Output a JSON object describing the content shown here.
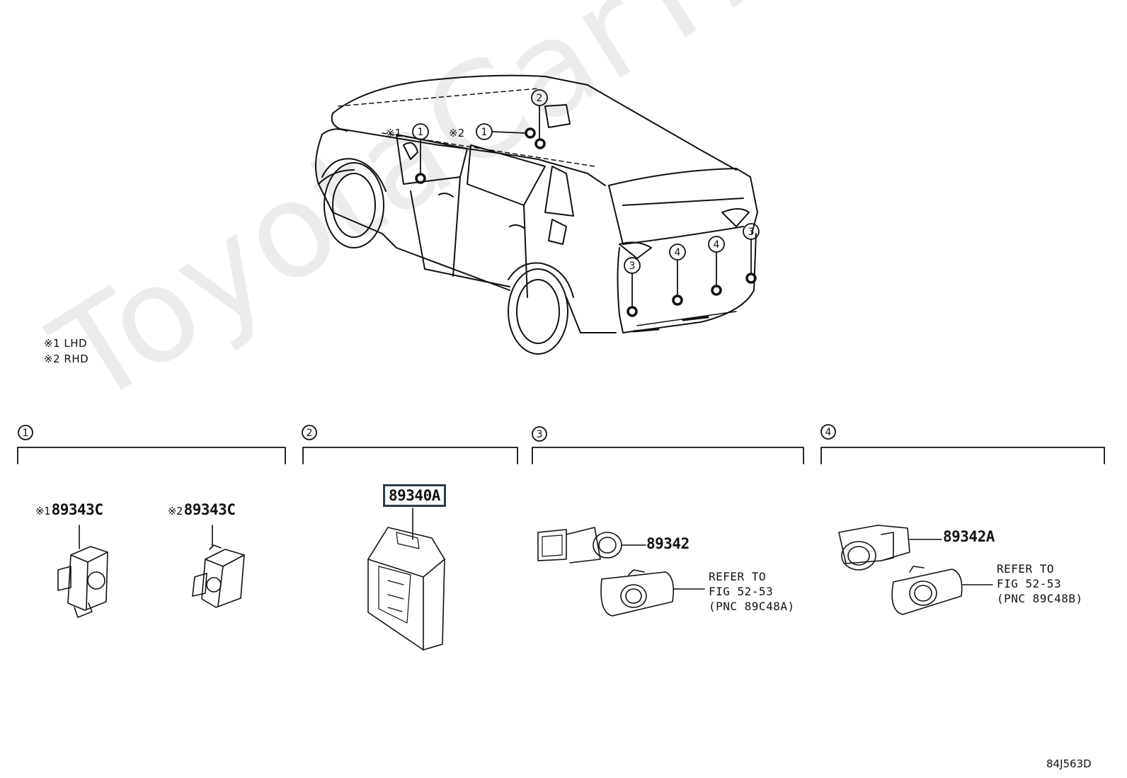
{
  "watermark": "ToyotaCarTime.ru",
  "legend": [
    {
      "mark": "※1",
      "text": "LHD"
    },
    {
      "mark": "※2",
      "text": "RHD"
    }
  ],
  "callouts_on_vehicle": {
    "labels": [
      "※1",
      "※2"
    ],
    "numbers": [
      "1",
      "1",
      "2",
      "3",
      "3",
      "4",
      "4"
    ]
  },
  "sections": [
    {
      "number": "1",
      "parts": [
        {
          "mark": "※1",
          "pn": "89343C"
        },
        {
          "mark": "※2",
          "pn": "89343C"
        }
      ]
    },
    {
      "number": "2",
      "parts": [
        {
          "mark": "",
          "pn": "89340A"
        }
      ]
    },
    {
      "number": "3",
      "parts": [
        {
          "mark": "",
          "pn": "89342"
        }
      ],
      "refer": "REFER TO\nFIG 52-53\n(PNC 89C48A)"
    },
    {
      "number": "4",
      "parts": [
        {
          "mark": "",
          "pn": "89342A"
        }
      ],
      "refer": "REFER TO\nFIG 52-53\n(PNC 89C48B)"
    }
  ],
  "diagram_code": "84J563D",
  "colors": {
    "line": "#111111",
    "highlight_box": "#2a3d4e",
    "watermark": "#ececec"
  }
}
